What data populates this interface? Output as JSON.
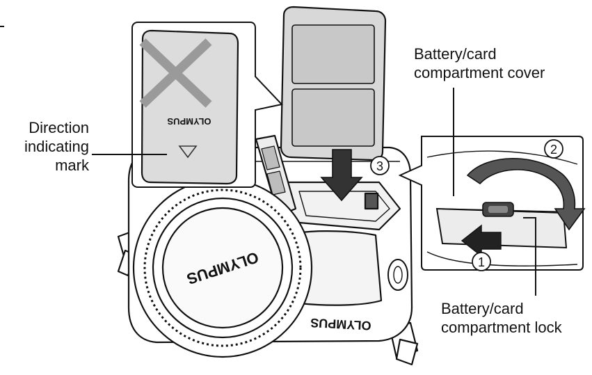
{
  "labels": {
    "direction_mark": [
      "Direction",
      "indicating",
      "mark"
    ],
    "cover": [
      "Battery/card",
      "compartment cover"
    ],
    "lock": [
      "Battery/card",
      "compartment lock"
    ]
  },
  "steps": {
    "one": "1",
    "two": "2",
    "three": "3"
  },
  "brand": "OLYMPUS",
  "icons": {
    "wrong": "x-mark-icon",
    "arrow_insert": "arrow-down-icon",
    "arrow_slide": "arrow-left-icon",
    "arrow_rotate": "curved-arrow-icon"
  },
  "colors": {
    "line": "#111111",
    "fill_light": "#d9d9d9",
    "cross": "#9a9a9a"
  }
}
